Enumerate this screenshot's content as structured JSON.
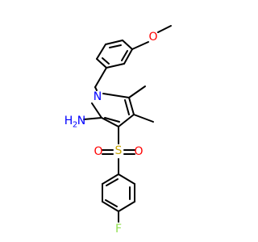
{
  "molecule": {
    "atoms": {
      "O_methoxy": {
        "symbol": "O",
        "color": "#ff0000"
      },
      "N_ring": {
        "symbol": "N",
        "color": "#0000ff"
      },
      "NH2": {
        "symbol": "H",
        "subscript": "2",
        "suffix": "N",
        "color": "#0000ff"
      },
      "S": {
        "symbol": "S",
        "color": "#c8a400"
      },
      "O_sulfonyl_left": {
        "symbol": "O",
        "color": "#ff0000"
      },
      "O_sulfonyl_right": {
        "symbol": "O",
        "color": "#ff0000"
      },
      "F": {
        "symbol": "F",
        "color": "#90e050"
      }
    },
    "bond_color": "#000000"
  }
}
